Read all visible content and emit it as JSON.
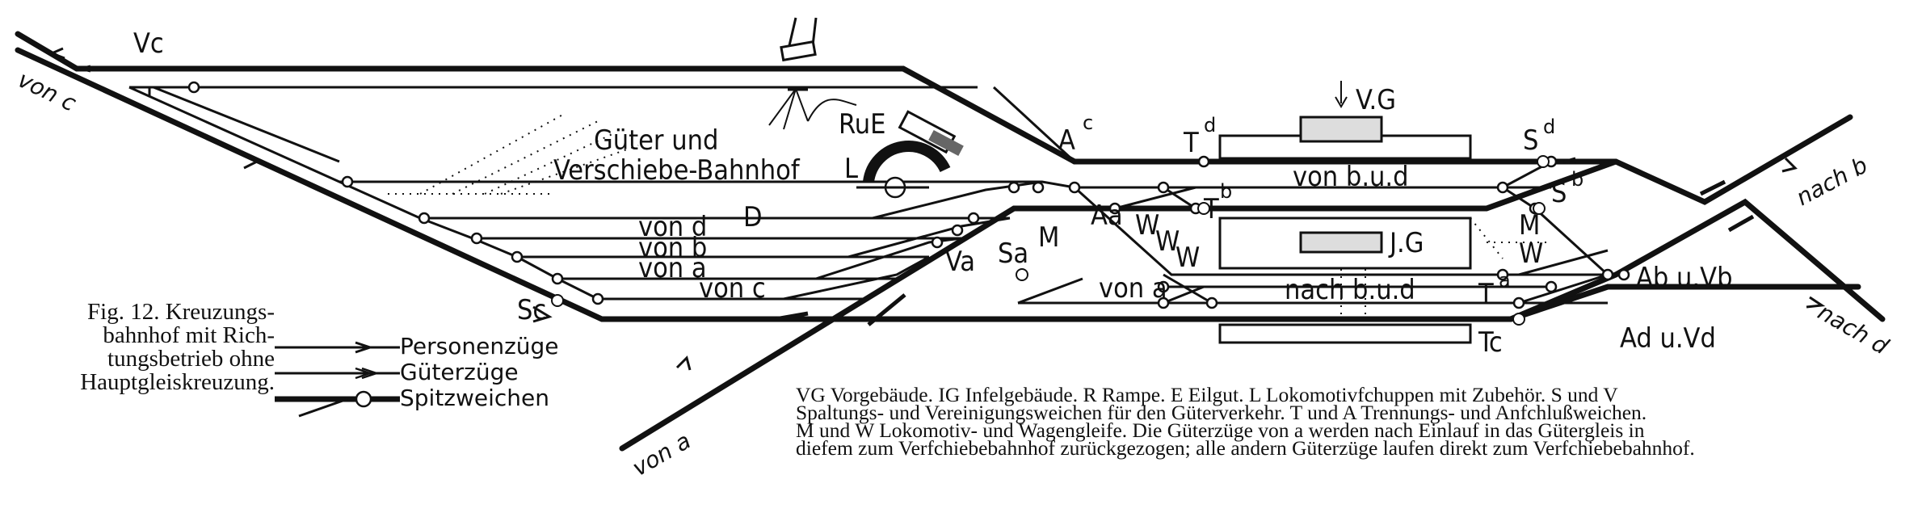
{
  "figure": {
    "caption_lines": [
      "Fig. 12. Kreuzungs-",
      "bahnhof mit Rich-",
      "tungsbetrieb ohne",
      "Hauptgleiskreuzung."
    ]
  },
  "legend": {
    "personenzuege": "Personenzüge",
    "gueterzuege": "Güterzüge",
    "spitzweichen": "Spitzweichen"
  },
  "description_lines": [
    "VG Vorgebäude. IG Infelgebäude. R Rampe. E Eilgut. L Lokomotivfchuppen mit Zubehör. S und V",
    "Spaltungs- und Vereinigungsweichen für den Güterverkehr. T und A Trennungs- und Anfchlußweichen.",
    "M und W Lokomotiv- und Wagengleife. Die Güterzüge von a werden nach Einlauf in das Gütergleis in",
    "diefem zum Verfchiebebahnhof zurückgezogen; alle andern Güterzüge laufen direkt zum Verfchiebebahnhof."
  ],
  "labels": {
    "von_c_top": "von c",
    "von_a": "von a",
    "nach_b": "nach b",
    "nach_d": "nach d",
    "gueter_1": "Güter und",
    "gueter_2": "Verschiebe-Bahnhof",
    "D": "D",
    "von_d": "von d",
    "von_b": "von b",
    "von_a_yard": "von a",
    "von_c_yard": "von c",
    "von_a_main": "von a",
    "von_bud": "von b.u.d",
    "nach_bud": "nach b.u.d",
    "VG": "V.G",
    "JG": "J.G",
    "RuE": "RuE",
    "L": "L",
    "Vc": "Vc",
    "Sc": "Sc",
    "Va": "Va",
    "Sa": "Sa",
    "Ac": "A",
    "Ac_sup": "c",
    "Aa": "Aa",
    "M1": "M",
    "M2": "M",
    "W1": "W",
    "W2": "W",
    "W3": "W",
    "W4": "W",
    "Td": "T",
    "Td_sup": "d",
    "Tb": "T",
    "Tb_sup": "b",
    "Ta": "T",
    "Ta_sup": "a",
    "Tc": "Tc",
    "Sd": "S",
    "Sd_sup": "d",
    "Sb": "S",
    "Sb_sup": "b",
    "AbVb": "Ab u.Vb",
    "AdVd": "Ad u.Vd"
  }
}
